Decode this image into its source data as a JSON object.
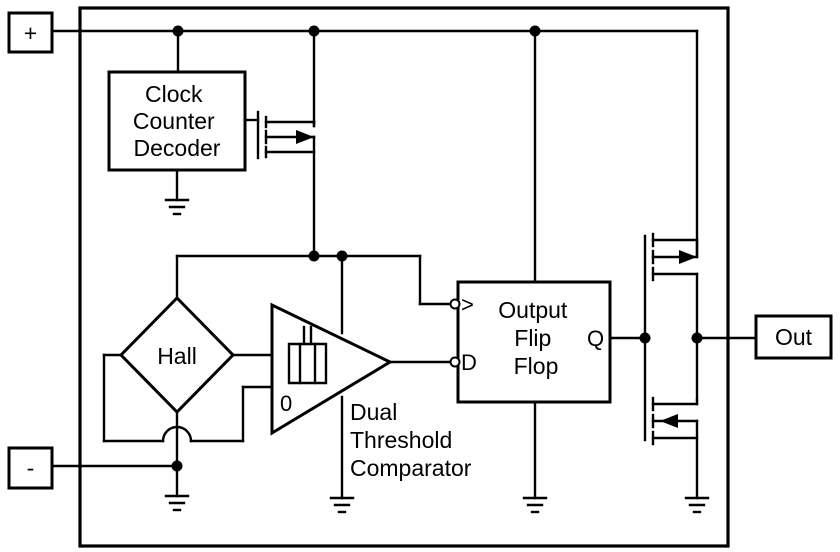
{
  "terminals": {
    "plus": "+",
    "minus": "-",
    "out": "Out"
  },
  "blocks": {
    "clock_counter_decoder": [
      "Clock",
      "Counter",
      "Decoder"
    ],
    "hall": "Hall",
    "comparator_zero": "0",
    "comparator_caption": [
      "Dual",
      "Threshold",
      "Comparator"
    ],
    "flip_flop": [
      "Output",
      "Flip",
      "Flop"
    ],
    "flip_flop_clock_pin": ">",
    "flip_flop_d_pin": "D",
    "flip_flop_q_pin": "Q"
  }
}
